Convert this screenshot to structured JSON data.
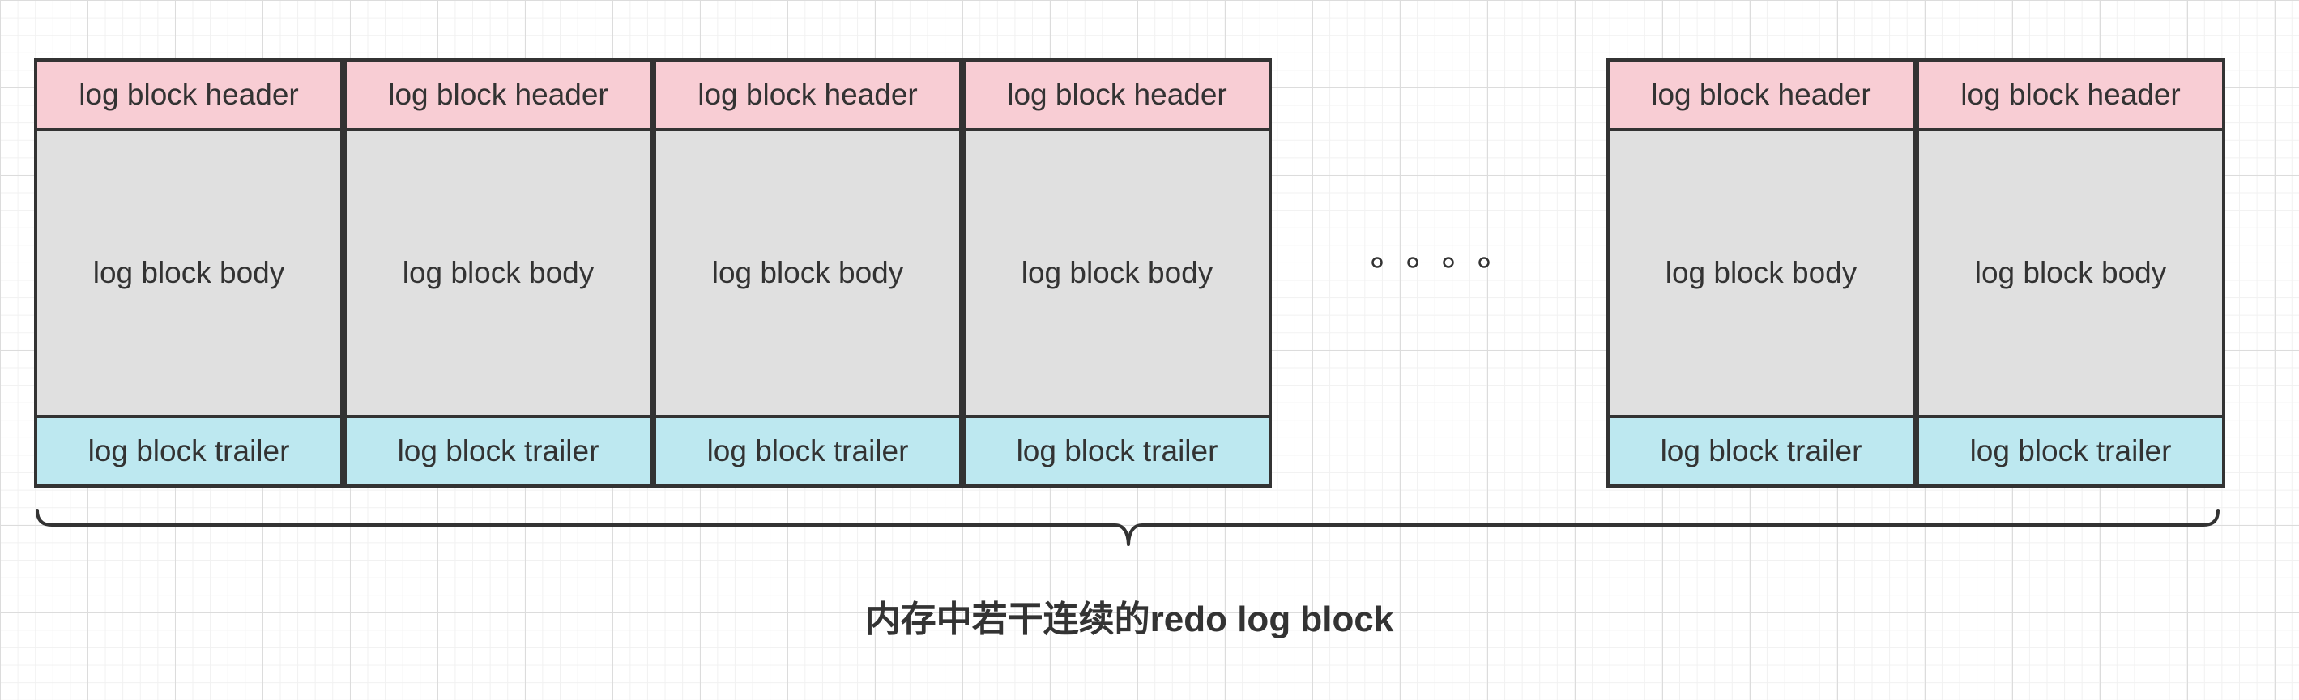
{
  "colors": {
    "header_fill": "#f8cdd4",
    "body_fill": "#e0e0e0",
    "trailer_fill": "#bde8f0",
    "stroke": "#333333"
  },
  "blocks": [
    {
      "header": "log block header",
      "body": "log block body",
      "trailer": "log block trailer"
    },
    {
      "header": "log block header",
      "body": "log block body",
      "trailer": "log block trailer"
    },
    {
      "header": "log block header",
      "body": "log block body",
      "trailer": "log block trailer"
    },
    {
      "header": "log block header",
      "body": "log block body",
      "trailer": "log block trailer"
    },
    {
      "header": "log block header",
      "body": "log block body",
      "trailer": "log block trailer"
    },
    {
      "header": "log block header",
      "body": "log block body",
      "trailer": "log block trailer"
    }
  ],
  "ellipsis_icon": "ellipsis-dots-icon",
  "brace_icon": "curly-brace-icon",
  "caption": "内存中若干连续的redo log block"
}
